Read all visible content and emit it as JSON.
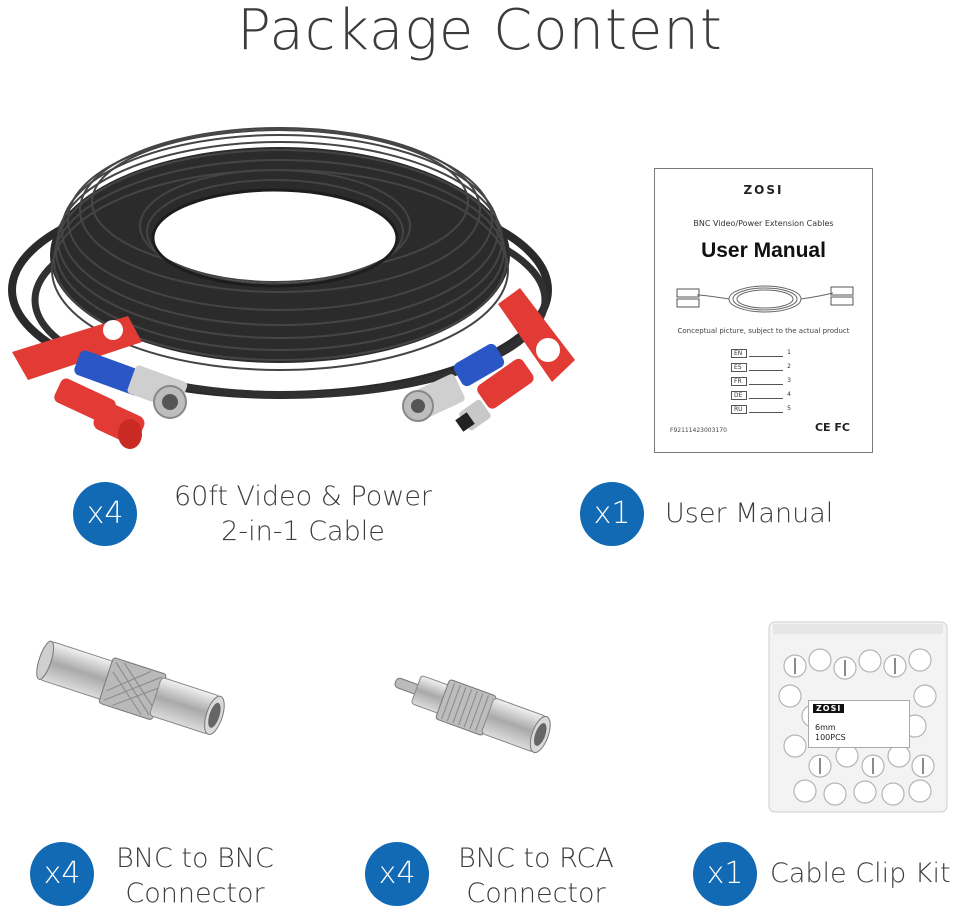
{
  "title": "Package Content",
  "items": [
    {
      "qty": "x4",
      "label_line1": "60ft Video & Power",
      "label_line2": "2-in-1 Cable"
    },
    {
      "qty": "x1",
      "label_line1": "User Manual",
      "label_line2": ""
    },
    {
      "qty": "x4",
      "label_line1": "BNC to BNC",
      "label_line2": "Connector"
    },
    {
      "qty": "x4",
      "label_line1": "BNC to RCA",
      "label_line2": "Connector"
    },
    {
      "qty": "x1",
      "label_line1": "Cable Clip Kit",
      "label_line2": ""
    }
  ],
  "manual": {
    "brand": "ZOSI",
    "subtitle": "BNC Video/Power Extension Cables",
    "title": "User Manual",
    "caption": "Conceptual picture, subject to the actual product",
    "languages": [
      {
        "code": "EN",
        "page": "1"
      },
      {
        "code": "ES",
        "page": "2"
      },
      {
        "code": "FR",
        "page": "3"
      },
      {
        "code": "DE",
        "page": "4"
      },
      {
        "code": "RU",
        "page": "5"
      }
    ],
    "serial": "F92111423003170",
    "marks": "CE FC"
  },
  "clip_bag": {
    "brand": "ZOSI",
    "size": "6mm",
    "count": "100PCS"
  },
  "colors": {
    "badge": "#1269b4",
    "cable": "#2b2b2b",
    "red": "#e03030",
    "blue": "#2a56c6"
  }
}
